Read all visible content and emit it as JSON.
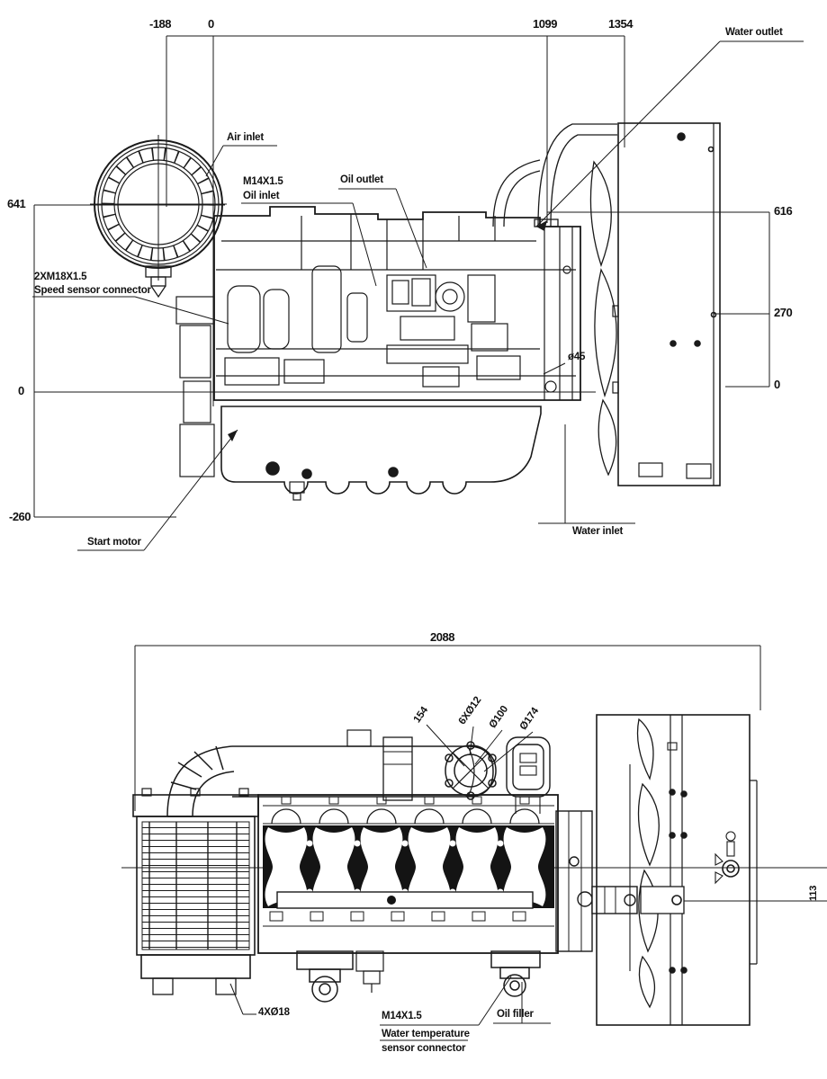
{
  "meta": {
    "doc_type": "Engine outline dimension drawing"
  },
  "colors": {
    "line": "#1a1a1a",
    "background": "#ffffff"
  },
  "side_view": {
    "dim_top_minus188": "-188",
    "dim_top_zero": "0",
    "dim_top_1099": "1099",
    "dim_top_1354": "1354",
    "dim_left_641": "641",
    "dim_left_zero": "0",
    "dim_left_minus260": "-260",
    "dim_right_616": "616",
    "dim_right_270": "270",
    "dim_right_zero": "0",
    "label_water_outlet": "Water outlet",
    "label_air_inlet": "Air inlet",
    "label_oil_inlet_thread": "M14X1.5",
    "label_oil_inlet": "Oil inlet",
    "label_oil_outlet": "Oil outlet",
    "label_speed_sensor_thread": "2XM18X1.5",
    "label_speed_sensor": "Speed sensor connector",
    "label_exhaust_dia": "ø45",
    "label_start_motor": "Start motor",
    "label_water_inlet": "Water inlet"
  },
  "plan_view": {
    "dim_width_2088": "2088",
    "dim_154": "154",
    "dim_bolt_circle": "6XØ12",
    "dim_dia_100": "Ø100",
    "dim_dia_174": "Ø174",
    "dim_mount_holes": "4XØ18",
    "label_water_temp_thread": "M14X1.5",
    "label_water_temp_line1": "Water temperature",
    "label_water_temp_line2": "sensor connector",
    "label_oil_filler": "Oil filler",
    "dim_right_113": "113"
  }
}
